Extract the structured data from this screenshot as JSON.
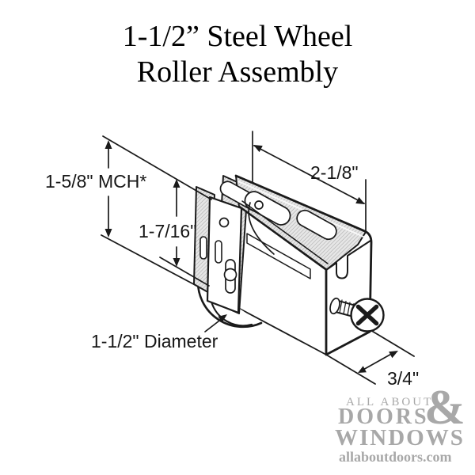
{
  "title": {
    "line1": "1-1/2” Steel Wheel",
    "line2": "Roller Assembly"
  },
  "diagram": {
    "dimensions": {
      "plate_height": "1-5/8\" MCH*",
      "inner_height": "1-7/16\"",
      "housing_length": "2-1/8\"",
      "wheel_diameter": "1-1/2\" Diameter",
      "housing_depth": "3/4\""
    }
  },
  "watermark": {
    "line1": "ALL ABOUT",
    "line2": "DOORS",
    "ampersand": "&",
    "line3": "WINDOWS",
    "website": "allaboutdoors.com"
  },
  "colors": {
    "line_art": "#1a1a1a",
    "watermark_gray": "#a8a8a8",
    "background": "#ffffff"
  }
}
